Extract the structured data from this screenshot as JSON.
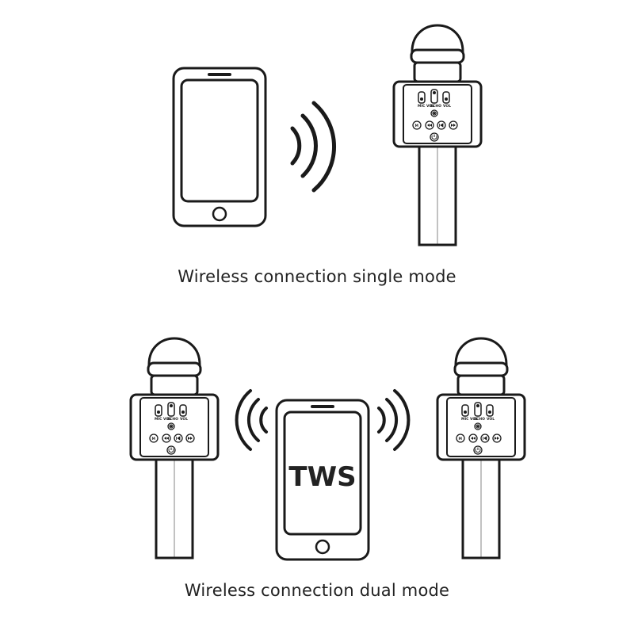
{
  "single_mode": {
    "caption": "Wireless connection single mode"
  },
  "dual_mode": {
    "caption": "Wireless connection dual mode",
    "phone_label": "TWS"
  },
  "microphone": {
    "control_labels": [
      "MIC VOL",
      "ECHO",
      "VOL"
    ],
    "mode_button": "M"
  },
  "colors": {
    "line": "#1a1a1a",
    "background": "#ffffff"
  }
}
